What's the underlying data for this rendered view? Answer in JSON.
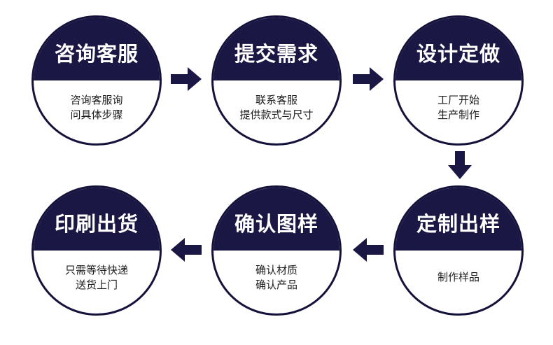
{
  "steps": [
    {
      "title": "咨询客服",
      "lines": [
        "咨询客服询",
        "问具体步骤"
      ]
    },
    {
      "title": "提交需求",
      "lines": [
        "联系客服",
        "提供款式与尺寸"
      ]
    },
    {
      "title": "设计定做",
      "lines": [
        "工厂开始",
        "生产制作"
      ]
    },
    {
      "title": "定制出样",
      "lines": [
        "制作样品"
      ]
    },
    {
      "title": "确认图样",
      "lines": [
        "确认材质",
        "确认产品"
      ]
    },
    {
      "title": "印刷出货",
      "lines": [
        "只需等待快递",
        "送货上门"
      ]
    }
  ],
  "colors": {
    "primary": "#1a1744",
    "border": "#14123a",
    "text": "#1d1d1d"
  },
  "arrows": [
    "arrow-right-icon",
    "arrow-right-icon",
    "arrow-down-icon",
    "arrow-left-icon",
    "arrow-left-icon"
  ]
}
